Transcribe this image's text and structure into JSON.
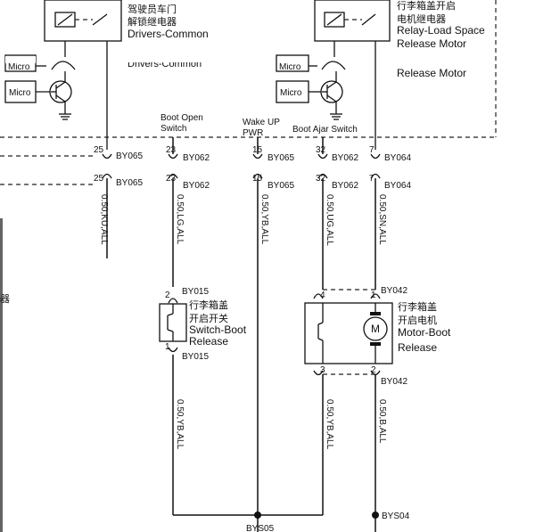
{
  "top_left_relay": {
    "label_cn": "驾驶员车门",
    "label_cn2": "解锁继电器",
    "label_en": "Drivers-Common",
    "label_en_partial": "Drivers-Common"
  },
  "top_right_relay": {
    "label_cn": "行李箱盖开启",
    "label_cn2": "电机继电器",
    "label_en": "Relay-Load Space",
    "label_en2": "Release Motor",
    "label_en2_partial": "Release Motor"
  },
  "micro_left": {
    "label": "Micro",
    "partial": "Micro"
  },
  "micro_right": {
    "label": "Micro",
    "partial": "Micro"
  },
  "signals": {
    "boot_open_1": "Boot Open",
    "boot_open_2": "Switch",
    "wake_up_1": "Wake UP",
    "wake_up_2": "PWR",
    "boot_ajar": "Boot Ajar Switch"
  },
  "pins": {
    "p25_a": "25",
    "c25_a": "BY065",
    "p25_b": "25",
    "c25_b": "BY065",
    "p23_a": "23",
    "c23_a": "BY062",
    "p23_b": "23",
    "c23_b": "BY062",
    "p15_a": "15",
    "c15_a": "BY065",
    "p15_b": "15",
    "c15_b": "BY065",
    "p32_a": "32",
    "c32_a": "BY062",
    "p32_b": "32",
    "c32_b": "BY062",
    "p7_a": "7",
    "c7_a": "BY064",
    "p7_b": "7",
    "c7_b": "BY064"
  },
  "wires": {
    "w1": "0.50,KU,ALL",
    "w2": "0.50,LG,ALL",
    "w3": "0.50,YB,ALL",
    "w4": "0.50,UG,ALL",
    "w5": "0.50,SN,ALL",
    "w6": "0.50,YB,ALL",
    "w7": "0.50,YB,ALL",
    "w8": "0.50,B,ALL"
  },
  "switch": {
    "pin_top": "2",
    "conn_top": "BY015",
    "pin_bottom": "1",
    "conn_bottom": "BY015",
    "label_cn": "行李箱盖",
    "label_cn2": "开启开关",
    "label_en": "Switch-Boot",
    "label_en2": "Release"
  },
  "motor": {
    "pin_tl": "4",
    "pin_tr": "1",
    "conn_top": "BY042",
    "pin_bl": "3",
    "pin_br": "2",
    "conn_bottom": "BY042",
    "symbol": "M",
    "label_cn": "行李箱盖",
    "label_cn2": "开启电机",
    "label_en": "Motor-Boot",
    "label_en2": "Release"
  },
  "left_fragment": "器",
  "splices": {
    "bys05": "BYS05",
    "bys04": "BYS04"
  }
}
